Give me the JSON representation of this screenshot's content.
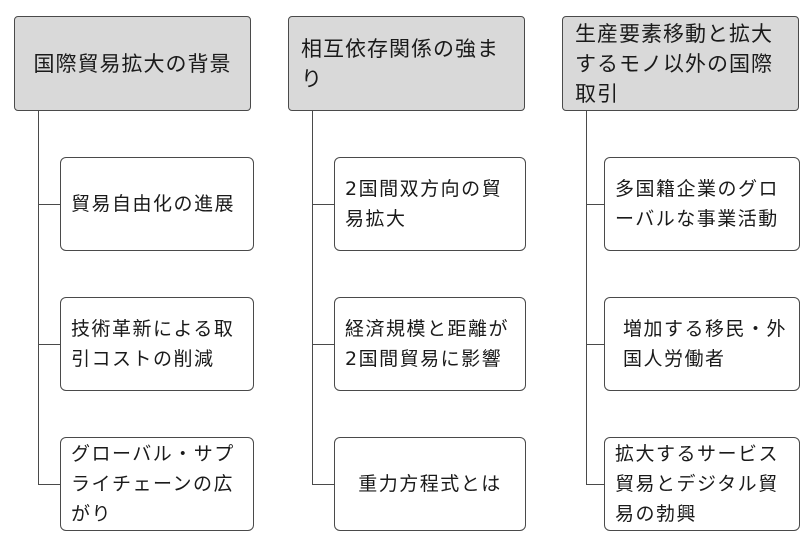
{
  "columns": [
    {
      "header": "国際貿易拡大の背景",
      "items": [
        "貿易自由化の進展",
        "技術革新による取引コストの削減",
        "グローバル・サプライチェーンの広がり"
      ]
    },
    {
      "header": "相互依存関係の強まり",
      "items": [
        "2国間双方向の貿易拡大",
        "経済規模と距離が2国間貿易に影響",
        "重力方程式とは"
      ]
    },
    {
      "header": "生産要素移動と拡大するモノ以外の国際取引",
      "items": [
        "多国籍企業のグローバルな事業活動",
        "増加する移民・外国人労働者",
        "拡大するサービス貿易とデジタル貿易の勃興"
      ]
    }
  ]
}
